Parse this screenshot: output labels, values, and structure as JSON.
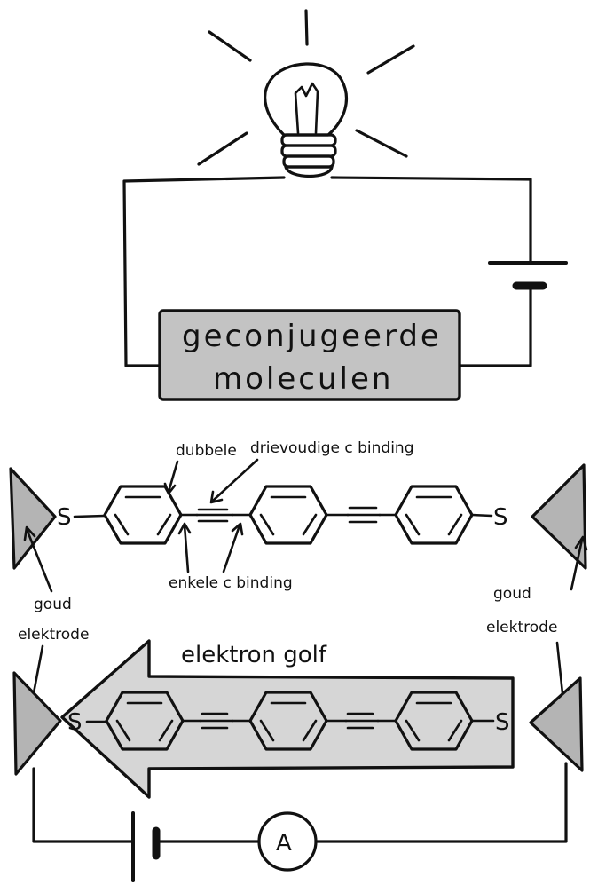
{
  "circuit": {
    "box_line1": "geconjugeerde",
    "box_line2": "moleculen"
  },
  "labels": {
    "double_bond": "dubbele",
    "triple_bond": "drievoudige c binding",
    "single_bond": "enkele c binding",
    "gold_left_1": "goud",
    "gold_left_2": "elektrode",
    "gold_right_1": "goud",
    "gold_right_2": "elektrode",
    "electron_wave": "elektron golf",
    "sulfur": "S",
    "ammeter": "A"
  },
  "colors": {
    "ink": "#111111",
    "box_fill": "#c3c3c3",
    "arrow_fill": "#d6d6d6",
    "electrode_fill": "#b4b4b4"
  }
}
